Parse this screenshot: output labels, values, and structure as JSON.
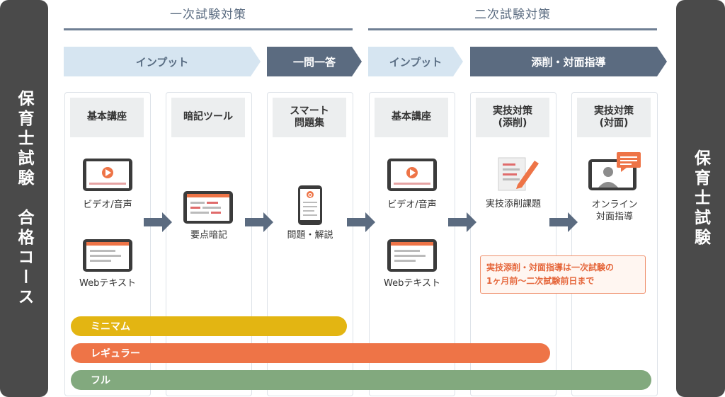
{
  "left_banner": "保育士試験　合格コース",
  "right_banner": "保育士試験",
  "phases": [
    {
      "title": "一次試験対策"
    },
    {
      "title": "二次試験対策"
    }
  ],
  "steps": [
    {
      "label": "インプット"
    },
    {
      "label": "一問一答"
    },
    {
      "label": "インプット"
    },
    {
      "label": "添削・対面指導"
    }
  ],
  "columns": [
    {
      "heading": "基本講座",
      "items": [
        "ビデオ/音声",
        "Webテキスト"
      ]
    },
    {
      "heading": "暗記ツール",
      "items": [
        "要点暗記"
      ]
    },
    {
      "heading": "スマート\n問題集",
      "items": [
        "問題・解説"
      ]
    },
    {
      "heading": "基本講座",
      "items": [
        "ビデオ/音声",
        "Webテキスト"
      ]
    },
    {
      "heading": "実技対策\n(添削)",
      "items": [
        "実技添削課題"
      ]
    },
    {
      "heading": "実技対策\n(対面)",
      "items": [
        "オンライン\n対面指導"
      ]
    }
  ],
  "note": "実技添削・対面指導は一次試験の\n1ヶ月前〜二次試験前日まで",
  "plans": [
    {
      "name": "ミニマム",
      "color": "#e3b512"
    },
    {
      "name": "レギュラー",
      "color": "#ee7447"
    },
    {
      "name": "フル",
      "color": "#82a97e"
    }
  ],
  "colors": {
    "banner": "#4a4a4a",
    "step_light": "#d6e5f1",
    "step_dark": "#5b6b80",
    "arrow": "#5b6b80",
    "accent": "#e5653a"
  }
}
